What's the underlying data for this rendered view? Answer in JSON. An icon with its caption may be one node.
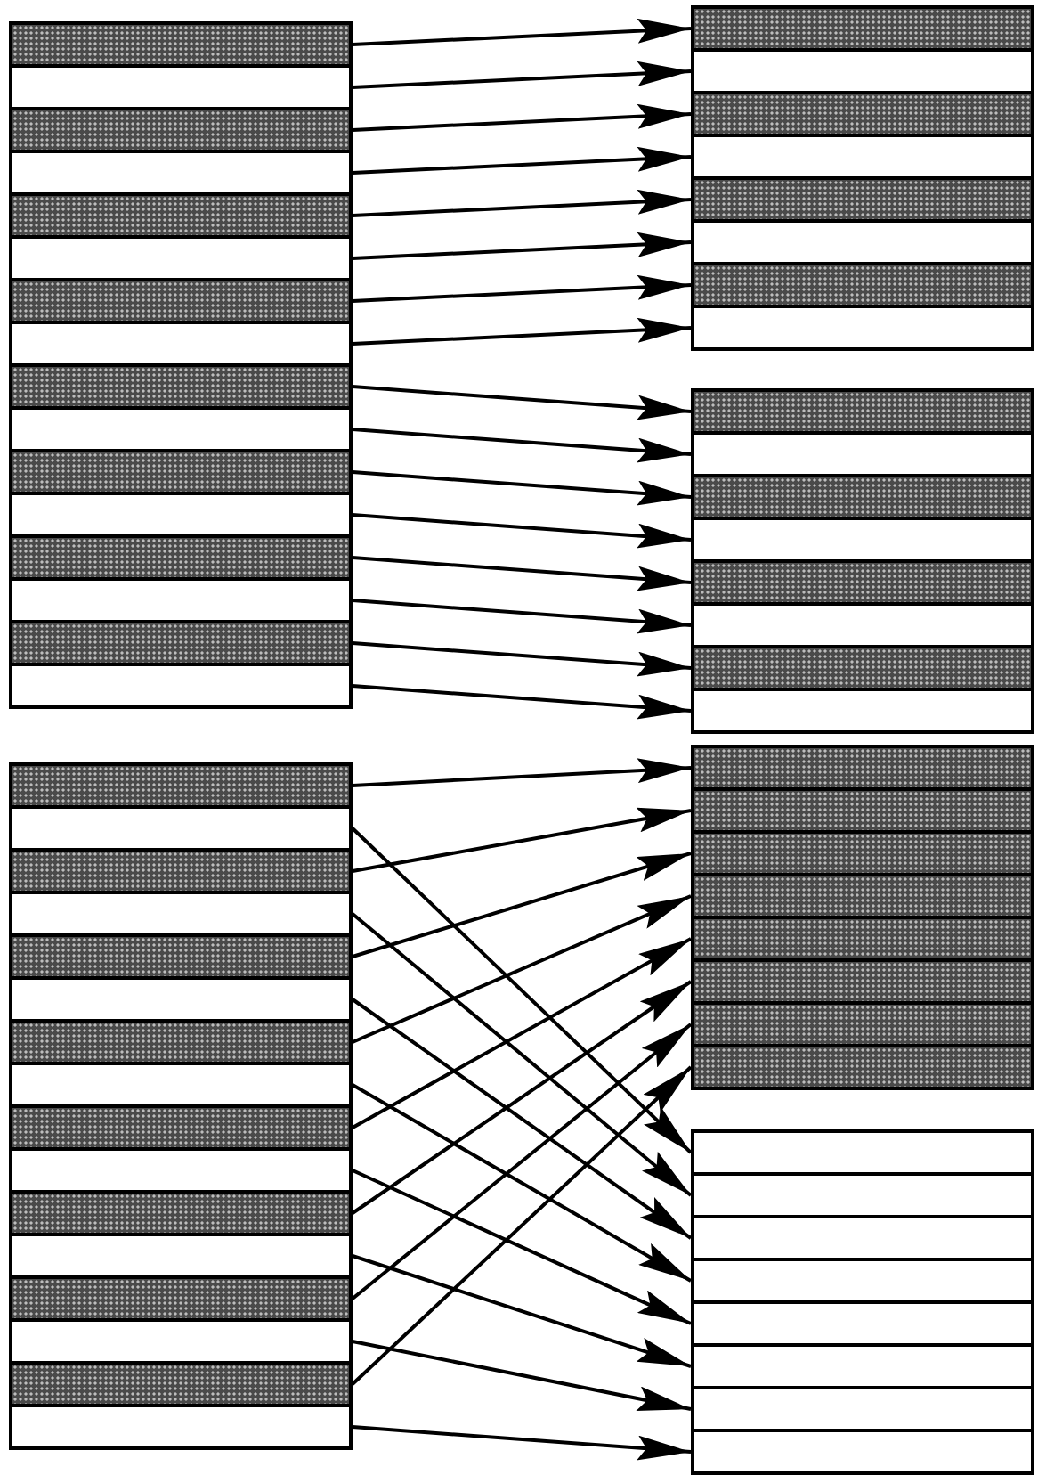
{
  "diagram": {
    "nodes": [
      {
        "text": [],
        "shape": "bar"
      },
      {
        "text": [],
        "shape": "bar"
      },
      {
        "text": [],
        "shape": "bar"
      },
      {
        "text": [],
        "shape": "bar"
      },
      {
        "text": [],
        "shape": "bar"
      },
      {
        "text": [],
        "shape": "bar"
      },
      {
        "text": [],
        "shape": "bar"
      },
      {
        "text": [],
        "shape": "bar"
      },
      {
        "text": [],
        "shape": "bar"
      },
      {
        "text": [],
        "shape": "bar"
      },
      {
        "text": [],
        "shape": "bar"
      },
      {
        "text": [],
        "shape": "bar"
      },
      {
        "text": [],
        "shape": "bar"
      },
      {
        "text": [],
        "shape": "bar"
      },
      {
        "text": [],
        "shape": "bar"
      },
      {
        "text": [],
        "shape": "bar"
      },
      {
        "text": [],
        "shape": "bar"
      },
      {
        "text": [],
        "shape": "bar"
      },
      {
        "text": [],
        "shape": "bar"
      },
      {
        "text": [],
        "shape": "bar"
      },
      {
        "text": [],
        "shape": "bar"
      },
      {
        "text": [],
        "shape": "bar"
      },
      {
        "text": [],
        "shape": "bar"
      },
      {
        "text": [],
        "shape": "bar"
      },
      {
        "text": [],
        "shape": "bar"
      },
      {
        "text": [],
        "shape": "bar"
      },
      {
        "text": [],
        "shape": "bar"
      },
      {
        "text": [],
        "shape": "bar"
      },
      {
        "text": [],
        "shape": "bar"
      },
      {
        "text": [],
        "shape": "bar"
      },
      {
        "text": [],
        "shape": "bar"
      },
      {
        "text": [],
        "shape": "bar"
      },
      {
        "text": [],
        "shape": "bar"
      },
      {
        "text": [],
        "shape": "bar"
      },
      {
        "text": [],
        "shape": "bar"
      },
      {
        "text": [],
        "shape": "bar"
      },
      {
        "text": [],
        "shape": "bar"
      },
      {
        "text": [],
        "shape": "bar"
      },
      {
        "text": [],
        "shape": "bar"
      },
      {
        "text": [],
        "shape": "bar"
      },
      {
        "text": [],
        "shape": "bar"
      },
      {
        "text": [],
        "shape": "bar"
      },
      {
        "text": [],
        "shape": "bar"
      },
      {
        "text": [],
        "shape": "bar"
      },
      {
        "text": [],
        "shape": "bar"
      },
      {
        "text": [],
        "shape": "bar"
      },
      {
        "text": [],
        "shape": "bar"
      },
      {
        "text": [],
        "shape": "bar"
      },
      {
        "text": [],
        "shape": "bar"
      },
      {
        "text": [],
        "shape": "bar"
      },
      {
        "text": [],
        "shape": "bar"
      },
      {
        "text": [],
        "shape": "bar"
      },
      {
        "text": [],
        "shape": "bar"
      },
      {
        "text": [],
        "shape": "bar"
      },
      {
        "text": [],
        "shape": "bar"
      },
      {
        "text": [],
        "shape": "bar"
      },
      {
        "text": [],
        "shape": "bar"
      },
      {
        "text": [],
        "shape": "bar"
      },
      {
        "text": [],
        "shape": "bar"
      },
      {
        "text": [],
        "shape": "bar"
      },
      {
        "text": [],
        "shape": "bar"
      },
      {
        "text": [],
        "shape": "bar"
      },
      {
        "text": [],
        "shape": "bar"
      },
      {
        "text": [],
        "shape": "bar"
      }
    ],
    "edges": [
      {
        "from": 0,
        "to": 16,
        "arrow": "to"
      },
      {
        "from": 1,
        "to": 17,
        "arrow": "to"
      },
      {
        "from": 2,
        "to": 18,
        "arrow": "to"
      },
      {
        "from": 3,
        "to": 19,
        "arrow": "to"
      },
      {
        "from": 4,
        "to": 20,
        "arrow": "to"
      },
      {
        "from": 5,
        "to": 21,
        "arrow": "to"
      },
      {
        "from": 6,
        "to": 22,
        "arrow": "to"
      },
      {
        "from": 7,
        "to": 23,
        "arrow": "to"
      },
      {
        "from": 8,
        "to": 24,
        "arrow": "to"
      },
      {
        "from": 9,
        "to": 25,
        "arrow": "to"
      },
      {
        "from": 10,
        "to": 26,
        "arrow": "to"
      },
      {
        "from": 11,
        "to": 27,
        "arrow": "to"
      },
      {
        "from": 12,
        "to": 28,
        "arrow": "to"
      },
      {
        "from": 13,
        "to": 29,
        "arrow": "to"
      },
      {
        "from": 14,
        "to": 30,
        "arrow": "to"
      },
      {
        "from": 15,
        "to": 31,
        "arrow": "to"
      },
      {
        "from": 32,
        "to": 48,
        "arrow": "to"
      },
      {
        "from": 33,
        "to": 56,
        "arrow": "to"
      },
      {
        "from": 34,
        "to": 49,
        "arrow": "to"
      },
      {
        "from": 35,
        "to": 57,
        "arrow": "to"
      },
      {
        "from": 36,
        "to": 50,
        "arrow": "to"
      },
      {
        "from": 37,
        "to": 58,
        "arrow": "to"
      },
      {
        "from": 38,
        "to": 51,
        "arrow": "to"
      },
      {
        "from": 39,
        "to": 59,
        "arrow": "to"
      },
      {
        "from": 40,
        "to": 52,
        "arrow": "to"
      },
      {
        "from": 41,
        "to": 60,
        "arrow": "to"
      },
      {
        "from": 42,
        "to": 53,
        "arrow": "to"
      },
      {
        "from": 43,
        "to": 61,
        "arrow": "to"
      },
      {
        "from": 44,
        "to": 54,
        "arrow": "to"
      },
      {
        "from": 45,
        "to": 62,
        "arrow": "to"
      },
      {
        "from": 46,
        "to": 55,
        "arrow": "to"
      },
      {
        "from": 47,
        "to": 63,
        "arrow": "to"
      }
    ]
  }
}
